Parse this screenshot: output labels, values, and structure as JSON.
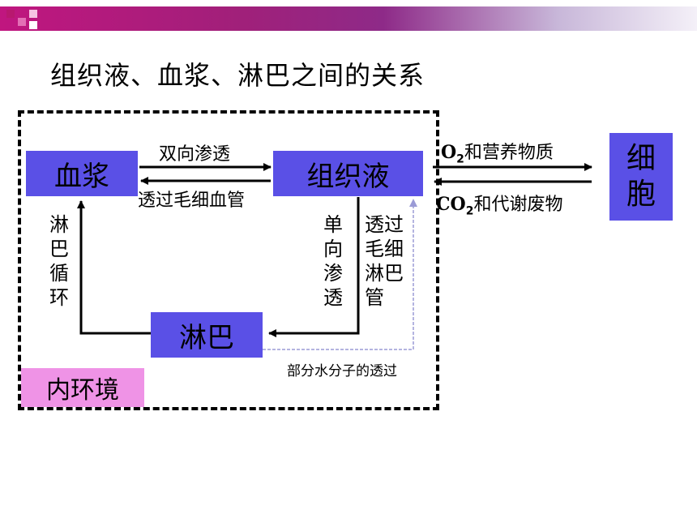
{
  "title": "组织液、血浆、淋巴之间的关系",
  "nodes": {
    "plasma": "血浆",
    "tissue_fluid": "组织液",
    "lymph": "淋巴",
    "cell": "细胞",
    "internal_env": "内环境"
  },
  "edges": {
    "plasma_to_tissue": "双向渗透",
    "tissue_to_plasma": "透过毛细血管",
    "lymph_circulation": "淋巴循环",
    "one_way": "单向渗透",
    "through_capillary": "透过毛细淋巴管",
    "water_molecules": "部分水分子的透过",
    "o2_prefix": "O",
    "o2_sub": "2",
    "o2_text": "和营养物质",
    "co2_prefix": "CO",
    "co2_sub": "2",
    "co2_text": "和代谢废物"
  },
  "colors": {
    "node_fill": "#5a50e6",
    "env_fill": "#ef93e6",
    "banner_start": "#c0167f",
    "dashed_arrow": "#9b9bd6"
  }
}
